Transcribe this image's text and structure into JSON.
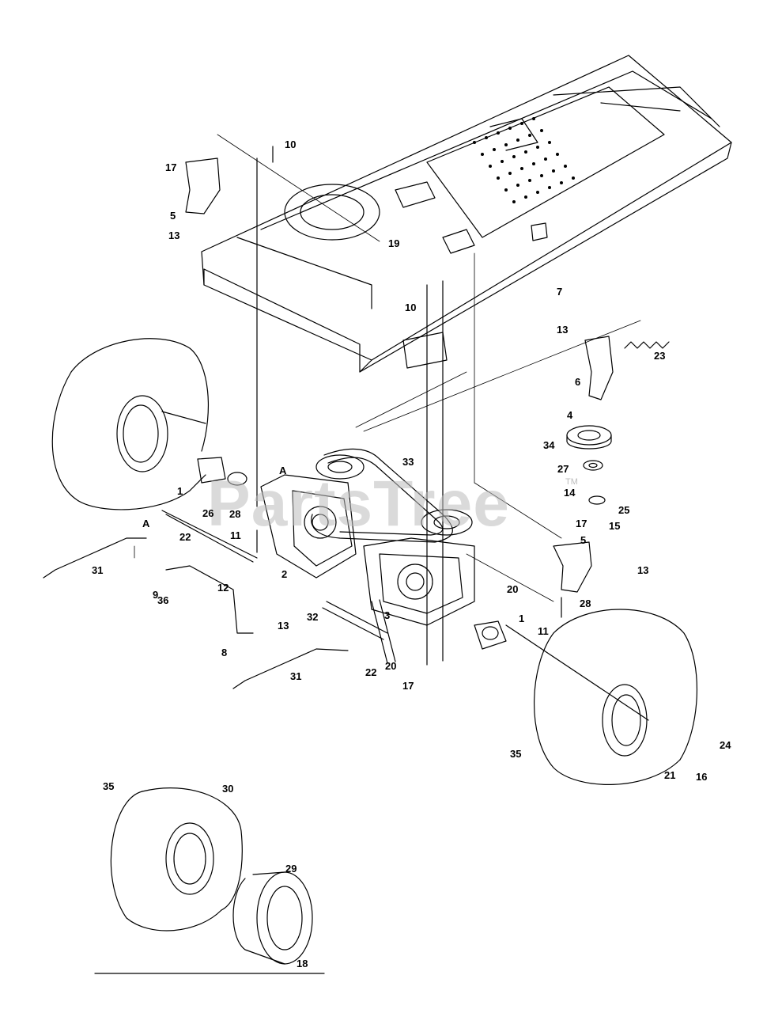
{
  "watermark": {
    "text": "PartsTree",
    "tm": "TM"
  },
  "callouts": {
    "c1a": "1",
    "c1b": "1",
    "c2": "2",
    "c3": "3",
    "c4": "4",
    "c5a": "5",
    "c5b": "5",
    "c6": "6",
    "c7": "7",
    "c8": "8",
    "c9": "9",
    "c10a": "10",
    "c10b": "10",
    "c11a": "11",
    "c11b": "11",
    "c12": "12",
    "c13a": "13",
    "c13b": "13",
    "c13c": "13",
    "c13d": "13",
    "c14": "14",
    "c15": "15",
    "c16": "16",
    "c17a": "17",
    "c17b": "17",
    "c17c": "17",
    "c18": "18",
    "c19": "19",
    "c20a": "20",
    "c20b": "20",
    "c21": "21",
    "c22a": "22",
    "c22b": "22",
    "c23": "23",
    "c24": "24",
    "c25": "25",
    "c26": "26",
    "c27": "27",
    "c28a": "28",
    "c28b": "28",
    "c29": "29",
    "c30": "30",
    "c31a": "31",
    "c31b": "31",
    "c32": "32",
    "c33": "33",
    "c34": "34",
    "c35a": "35",
    "c35b": "35",
    "c36": "36",
    "cAa": "A",
    "cAb": "A"
  }
}
